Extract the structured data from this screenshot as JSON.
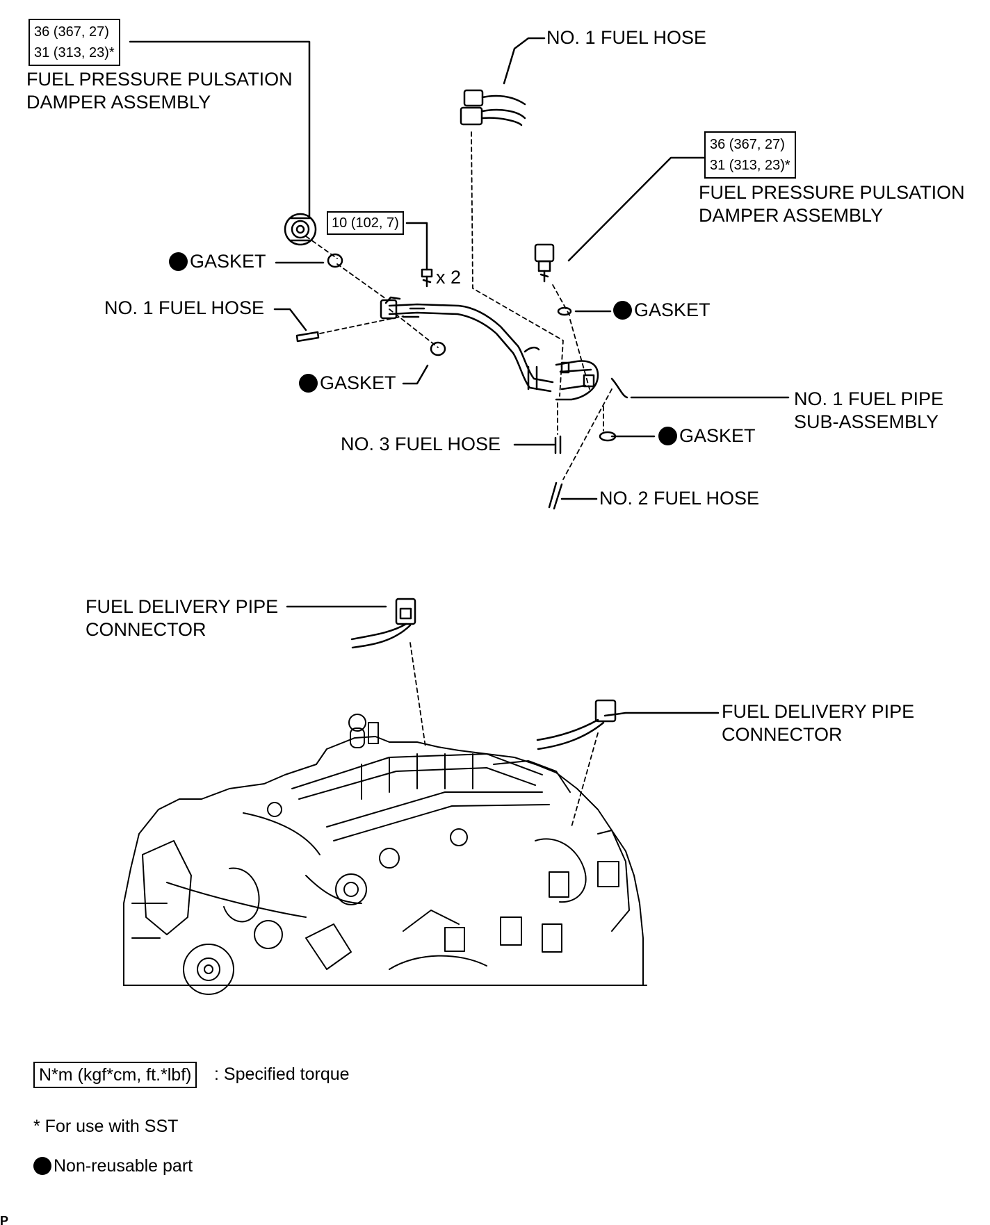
{
  "torque_specs": {
    "pulsation_damper_left": {
      "line1": "36 (367, 27)",
      "line2": "31 (313, 23)*"
    },
    "pulsation_damper_right": {
      "line1": "36 (367, 27)",
      "line2": "31 (313, 23)*"
    },
    "bolt": "10 (102, 7)"
  },
  "labels": {
    "damper_left_line1": "FUEL PRESSURE PULSATION",
    "damper_left_line2": "DAMPER ASSEMBLY",
    "damper_right_line1": "FUEL PRESSURE PULSATION",
    "damper_right_line2": "DAMPER ASSEMBLY",
    "no1_fuel_hose_top": "NO. 1 FUEL HOSE",
    "no1_fuel_hose_left": "NO. 1 FUEL HOSE",
    "gasket_1": "GASKET",
    "gasket_2": "GASKET",
    "gasket_3": "GASKET",
    "gasket_4": "GASKET",
    "bolt_qty": "x 2",
    "fuel_pipe_line1": "NO. 1 FUEL PIPE",
    "fuel_pipe_line2": "SUB-ASSEMBLY",
    "no3_fuel_hose": "NO. 3 FUEL HOSE",
    "no2_fuel_hose": "NO. 2 FUEL HOSE",
    "connector_left_line1": "FUEL DELIVERY PIPE",
    "connector_left_line2": "CONNECTOR",
    "connector_right_line1": "FUEL DELIVERY PIPE",
    "connector_right_line2": "CONNECTOR"
  },
  "legend": {
    "torque_box": "N*m (kgf*cm, ft.*lbf)",
    "torque_text": ": Specified torque",
    "sst_note": "* For use with SST",
    "non_reusable": "Non-reusable part"
  },
  "corner_mark": "P"
}
